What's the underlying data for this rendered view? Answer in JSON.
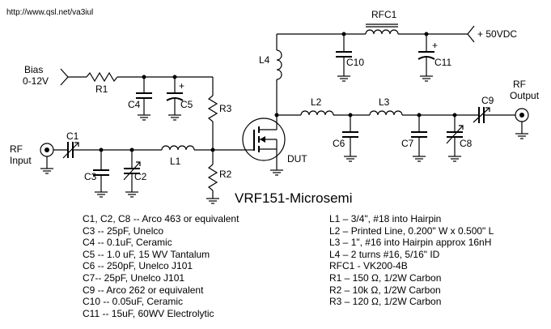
{
  "url": "http://www.qsl.net/va3iul",
  "bias_label_1": "Bias",
  "bias_label_2": "0-12V",
  "supply_label": "+ 50VDC",
  "rf_input_1": "RF",
  "rf_input_2": "Input",
  "rf_output_1": "RF",
  "rf_output_2": "Output",
  "title": "VRF151-Microsemi",
  "dut_label": "DUT",
  "components": {
    "R1": "R1",
    "R2": "R2",
    "R3": "R3",
    "C1": "C1",
    "C2": "C2",
    "C3": "C3",
    "C4": "C4",
    "C5": "C5",
    "C6": "C6",
    "C7": "C7",
    "C8": "C8",
    "C9": "C9",
    "C10": "C10",
    "C11": "C11",
    "L1": "L1",
    "L2": "L2",
    "L3": "L3",
    "L4": "L4",
    "RFC1": "RFC1"
  },
  "polarity_mark": "+",
  "parts_left": [
    "C1, C2, C8 -- Arco 463 or equivalent",
    "C3 -- 25pF, Unelco",
    "C4 -- 0.1uF, Ceramic",
    "C5 -- 1.0 uF, 15 WV Tantalum",
    "C6 -- 250pF, Unelco J101",
    "C7-- 25pF, Unelco J101",
    "C9 -- Arco 262 or equivalent",
    "C10 -- 0.05uF, Ceramic",
    "C11 -- 15uF, 60WV Electrolytic"
  ],
  "parts_right": [
    "L1 – 3/4\", #18 into Hairpin",
    "L2 – Printed Line, 0.200\" W x 0.500\" L",
    "L3 – 1\", #16 into Hairpin  approx 16nH",
    "L4 – 2 turns #16, 5/16\" ID",
    "RFC1 -  VK200-4B",
    "R1 – 150 Ω, 1/2W Carbon",
    "R2 – 10k Ω, 1/2W Carbon",
    "R3 – 120 Ω, 1/2W Carbon"
  ]
}
